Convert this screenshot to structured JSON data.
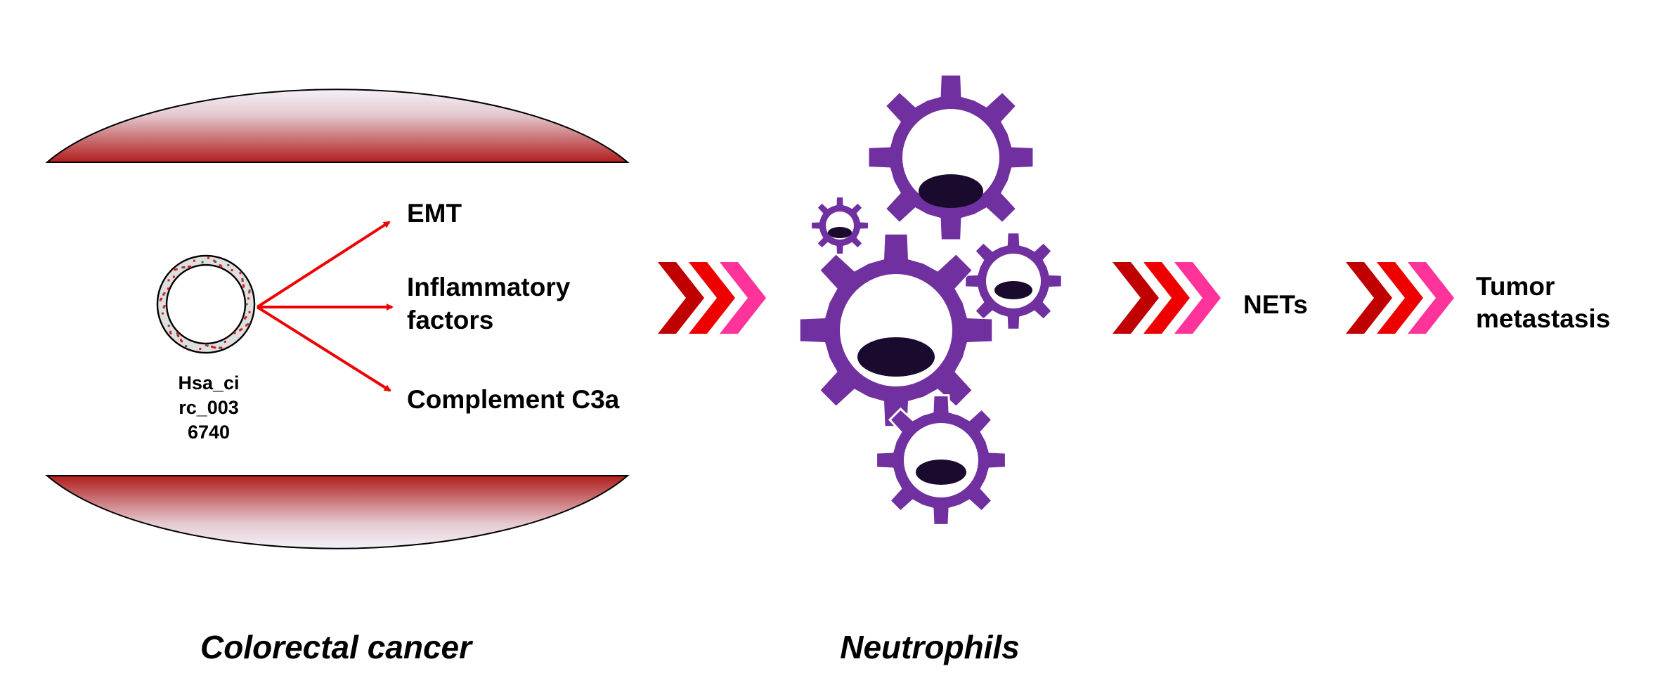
{
  "labels": {
    "circ_line1": "Hsa_ci",
    "circ_line2": "rc_003",
    "circ_line3": "6740",
    "emt": "EMT",
    "inflammatory_line1": "Inflammatory",
    "inflammatory_line2": "factors",
    "complement": "Complement C3a",
    "nets": "NETs",
    "tumor_line1": "Tumor",
    "tumor_line2": "metastasis",
    "caption_crc": "Colorectal cancer",
    "caption_neutrophils": "Neutrophils"
  },
  "colors": {
    "tumor_red": "#b01d1d",
    "arrow_red": "#ee0000",
    "chevron_dark": "#c00000",
    "chevron_mid": "#ee0000",
    "chevron_pink": "#ff3399",
    "gear_purple": "#7030a0",
    "nucleus": "#1a0a2e",
    "circ_dot": "#d61f1f"
  },
  "icons": {
    "circ_rna": "circular-rna-icon",
    "cell_process": "gear-cell-icon",
    "flow": "triple-chevron-icon"
  }
}
